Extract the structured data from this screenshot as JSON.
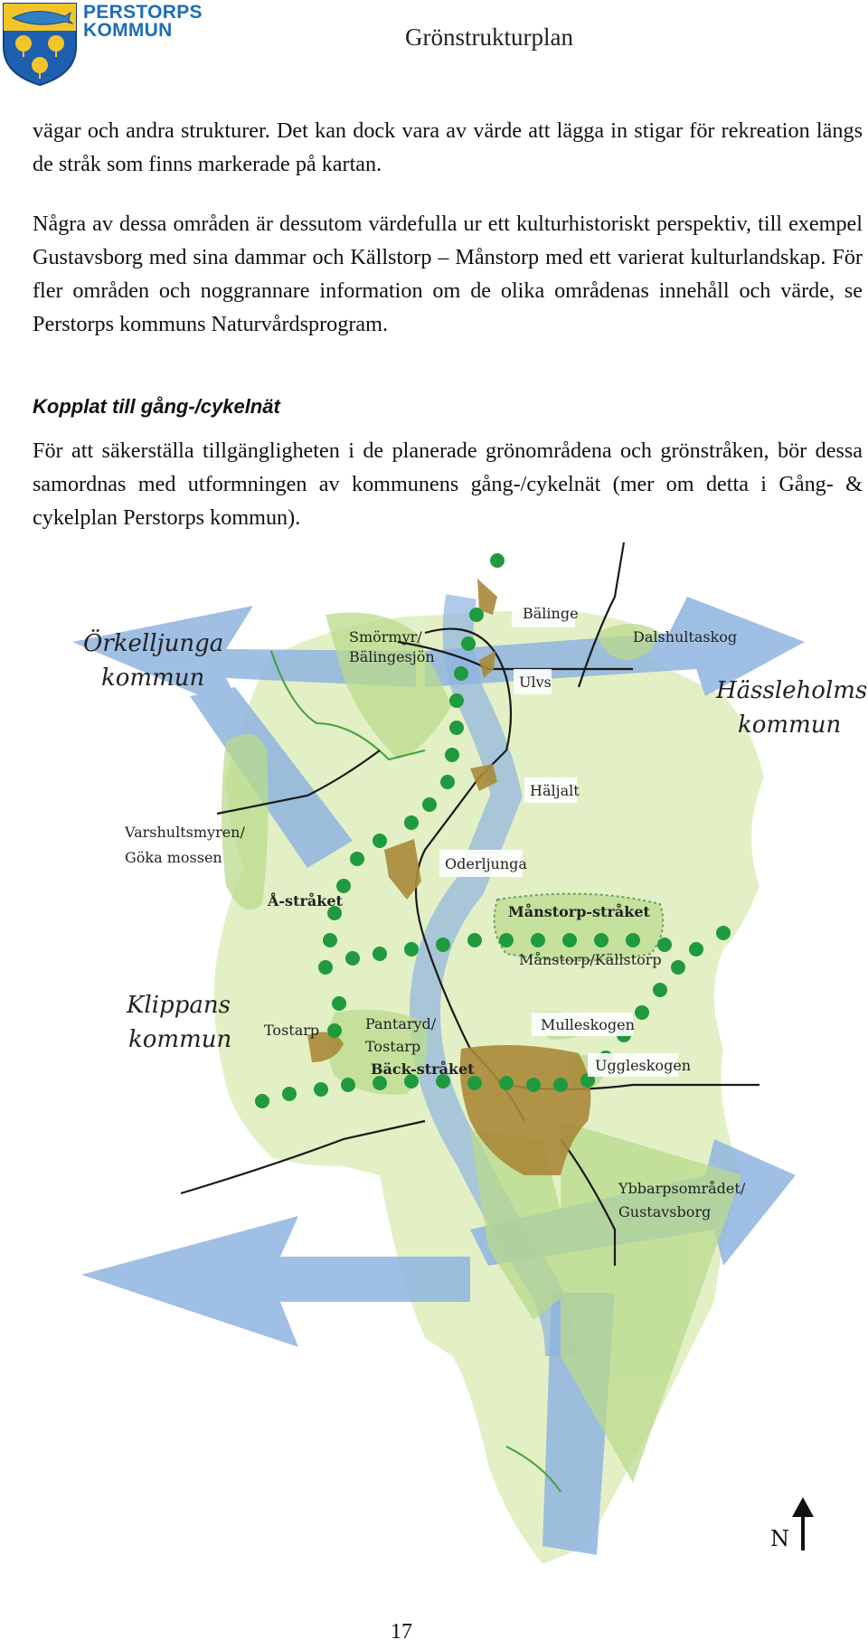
{
  "header": {
    "logo_text_line1": "PERSTORPS",
    "logo_text_line2": "KOMMUN",
    "title": "Grönstrukturplan"
  },
  "body": {
    "paragraph1": "vägar och andra strukturer. Det kan dock vara av värde att lägga in stigar för rekreation längs de stråk som finns markerade på kartan.",
    "paragraph2": "Några av dessa områden är dessutom värdefulla ur ett kulturhistoriskt perspektiv, till exempel Gustavsborg med sina dammar och Källstorp – Månstorp med ett varierat kulturlandskap. För fler områden och noggrannare information om de olika områdenas innehåll och värde, se Perstorps kommuns Naturvårdsprogram.",
    "subheading": "Kopplat till gång-/cykelnät",
    "paragraph3": "För att säkerställa tillgängligheten i de planerade grönområdena och grönstråken, bör dessa samordnas med utformningen av kommunens gång-/cykelnät (mer om detta i Gång- & cykelplan Perstorps kommun)."
  },
  "map": {
    "municipalities": {
      "orkelljunga_line1": "Örkelljunga",
      "orkelljunga_line2": "kommun",
      "hassleholm_line1": "Hässleholms",
      "hassleholm_line2": "kommun",
      "klippan_line1": "Klippans",
      "klippan_line2": "kommun"
    },
    "places": {
      "balinge": "Bälinge",
      "dalshultaskog": "Dalshultaskog",
      "smormyr_line1": "Smörmyr/",
      "smormyr_line2": "Bälingesjön",
      "ulvs": "Ulvs",
      "haljalt": "Häljalt",
      "varshult_line1": "Varshultsmyren/",
      "varshult_line2": "Göka mossen",
      "oderljunga": "Oderljunga",
      "a_straket": "Å-stråket",
      "manstorp_straket": "Månstorp-stråket",
      "manstorp_kallstorp": "Månstorp/Källstorp",
      "tostarp": "Tostarp",
      "pantaryd_line1": "Pantaryd/",
      "pantaryd_line2": "Tostarp",
      "back_straket": "Bäck-stråket",
      "mulleskogen": "Mulleskogen",
      "uggleskogen": "Uggleskogen",
      "ybbarp_line1": "Ybbarpsområdet/",
      "ybbarp_line2": "Gustavsborg"
    },
    "north_label": "N",
    "colors": {
      "arrow_blue": "#8fb4df",
      "municipality_fill": "#e3f0c6",
      "green_area": "#b9db8c",
      "trail_dot": "#1f9a3f",
      "urban_brown": "#a8893a",
      "boundary_green": "#3fa33a"
    }
  },
  "page_number": "17"
}
